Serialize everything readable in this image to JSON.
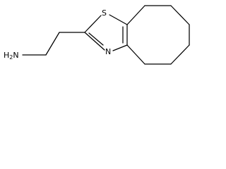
{
  "structure": {
    "atoms": {
      "sulfur": "S",
      "nitrogen": "N",
      "amine_head": "H",
      "amine_sub": "2",
      "amine_tail": "N"
    },
    "colors": {
      "bond": "#000000",
      "label": "#000000",
      "background": "#ffffff"
    }
  }
}
